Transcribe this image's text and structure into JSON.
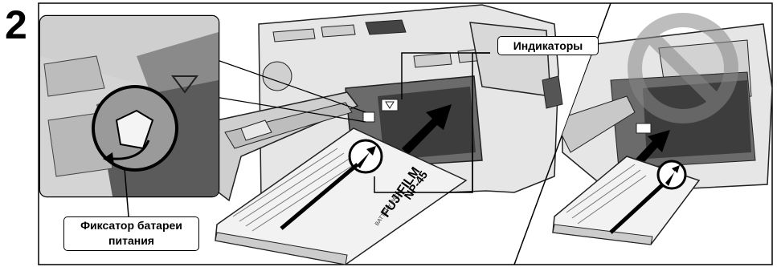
{
  "step": {
    "number": "2"
  },
  "callouts": {
    "indicators": "Индикаторы",
    "battery_latch_line1": "Фиксатор батареи",
    "battery_latch_line2": "питания"
  },
  "battery": {
    "brand": "FUJIFILM",
    "model": "NP-45",
    "caption": "BATTERY PACK"
  }
}
